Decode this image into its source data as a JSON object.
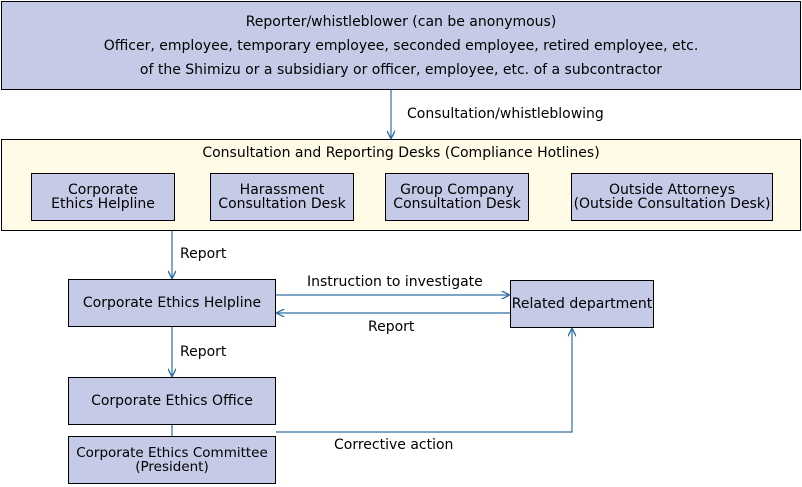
{
  "reporter": {
    "line1": "Reporter/whistleblower (can be anonymous)",
    "line2": "Officer, employee, temporary employee, seconded employee, retired employee, etc.",
    "line3": "of the Shimizu or a subsidiary or officer, employee, etc. of a subcontractor"
  },
  "hotlines": {
    "title": "Consultation and Reporting Desks (Compliance Hotlines)",
    "desks": [
      {
        "line1": "Corporate",
        "line2": "Ethics Helpline"
      },
      {
        "line1": "Harassment",
        "line2": "Consultation Desk"
      },
      {
        "line1": "Group Company",
        "line2": "Consultation Desk"
      },
      {
        "line1": "Outside Attorneys",
        "line2": "(Outside Consultation Desk)"
      }
    ]
  },
  "labels": {
    "consultation": "Consultation/whistleblowing",
    "report1": "Report",
    "instruction": "Instruction to investigate",
    "report_back": "Report",
    "report2": "Report",
    "corrective": "Corrective action"
  },
  "nodes": {
    "helpline": "Corporate Ethics Helpline",
    "related": "Related department",
    "office": "Corporate Ethics Office",
    "committee_line1": "Corporate Ethics Committee",
    "committee_line2": "(President)"
  },
  "colors": {
    "box_fill": "#c5cbe6",
    "hotline_fill": "#fffbe6",
    "arrow": "#2f6fa8",
    "border": "#000000"
  }
}
